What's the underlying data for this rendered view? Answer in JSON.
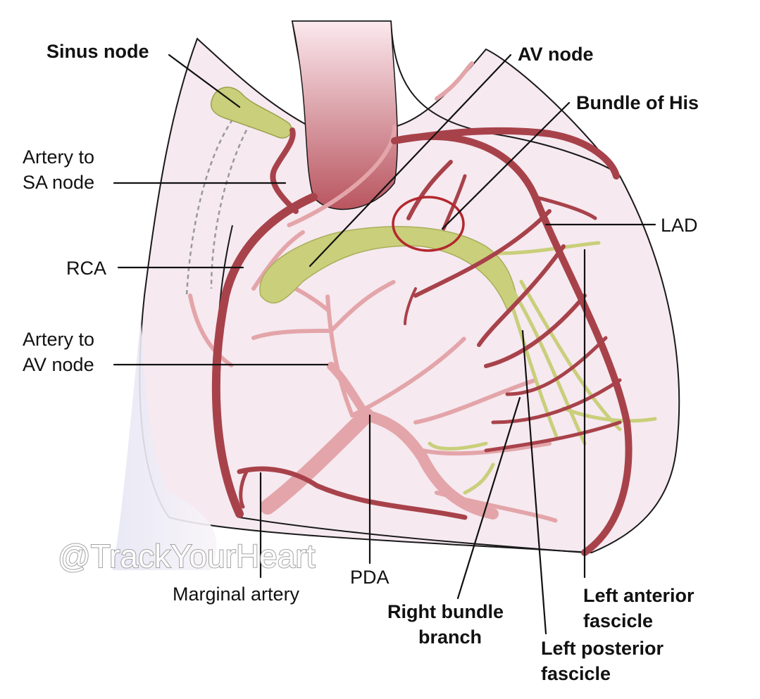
{
  "labels": {
    "sinus_node": "Sinus node",
    "av_node": "AV node",
    "bundle_of_his": "Bundle of His",
    "artery_to_sa_1": "Artery to",
    "artery_to_sa_2": "SA node",
    "lad": "LAD",
    "rca": "RCA",
    "artery_to_av_1": "Artery to",
    "artery_to_av_2": "AV node",
    "marginal_artery": "Marginal artery",
    "pda": "PDA",
    "right_bundle_1": "Right bundle",
    "right_bundle_2": "branch",
    "left_anterior_1": "Left anterior",
    "left_anterior_2": "fascicle",
    "left_posterior_1": "Left posterior",
    "left_posterior_2": "fascicle"
  },
  "watermark": "@TrackYourHeart",
  "colors": {
    "heart_fill": "#f6e9f0",
    "artery_dark": "#a8424a",
    "artery_light": "#e3a5a9",
    "conduction": "#c9cf7a",
    "highlight_ring": "#b3282e"
  }
}
